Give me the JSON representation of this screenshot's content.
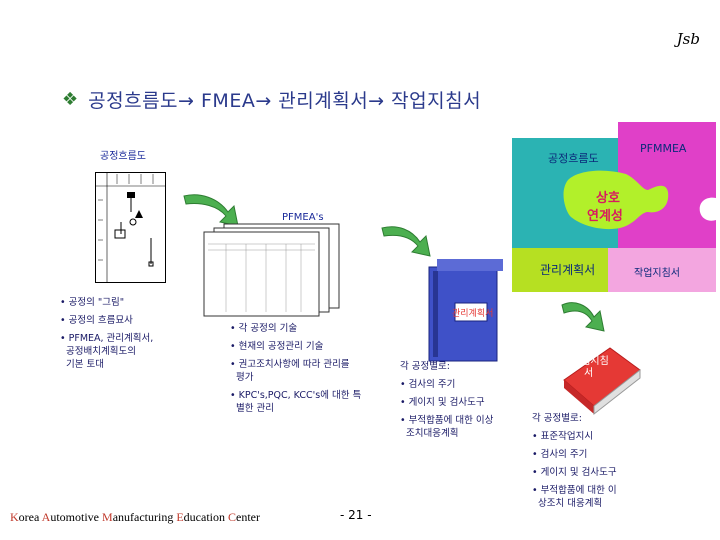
{
  "brand": "Jsb",
  "title": "공정흐름도→ FMEA→ 관리계획서→ 작업지침서",
  "flow": {
    "label": "공정흐름도",
    "bullets": [
      "• 공정의 \"그림\"",
      "• 공정의 흐름묘사",
      "• PFMEA, 관리계획서,",
      "  공정배치계획도의",
      "  기본 토대"
    ]
  },
  "pfmea": {
    "label": "PFMEA's",
    "bullets": [
      "• 각 공정의 기술",
      "• 현재의 공정관리 기술",
      "• 권고조치사항에 따라 관리를",
      "  평가",
      "• KPC's,PQC, KCC's에 대한 특",
      "  별한 관리"
    ]
  },
  "puzzle": {
    "top_left": "공정흐름도",
    "top_right": "PFMMEA",
    "center_line1": "상호",
    "center_line2": "연계성",
    "bottom_left": "관리계획서",
    "bottom_right": "작업지침서"
  },
  "binder": {
    "label": "관리계획서",
    "bullets": [
      "각 공정별로:",
      "• 검사의 주기",
      "• 게이지 및 검사도구",
      "• 부적합품에 대한 이상",
      "  조치대응계획"
    ]
  },
  "book": {
    "label_line1": "작업지침",
    "label_line2": "서",
    "bullets": [
      "각 공정별로:",
      "• 표준작업지시",
      "• 검사의 주기",
      "• 게이지 및 검사도구",
      "• 부적합품에 대한  이",
      "  상조치 대응계획"
    ]
  },
  "footer": {
    "org_parts": [
      {
        "cap": "K",
        "rest": "orea "
      },
      {
        "cap": "A",
        "rest": "utomotive "
      },
      {
        "cap": "M",
        "rest": "anufacturing "
      },
      {
        "cap": "E",
        "rest": "ducation "
      },
      {
        "cap": "C",
        "rest": "enter"
      }
    ],
    "page": "- 21 -"
  },
  "colors": {
    "title": "#2b3a8c",
    "puzzle_teal": "#2bb3b3",
    "puzzle_magenta": "#e040c8",
    "puzzle_pink": "#f3a6e0",
    "puzzle_lime": "#b6e022",
    "puzzle_green_center": "#b2f02a",
    "arrow_green": "#4caf50",
    "binder_blue": "#3f51c8",
    "book_red": "#e53935"
  }
}
